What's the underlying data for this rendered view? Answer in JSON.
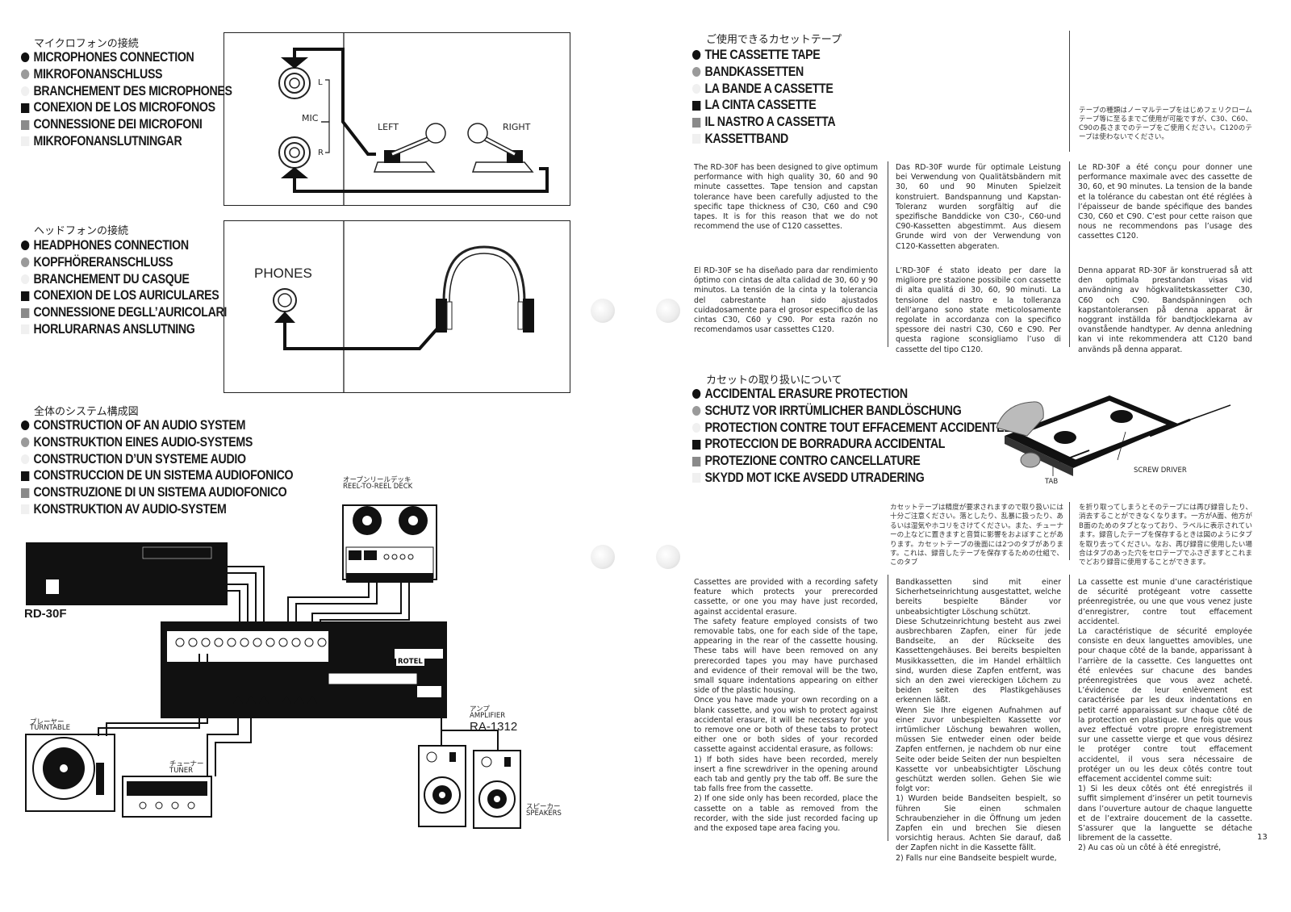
{
  "left": {
    "mic": {
      "jp": "マイクロフォンの接続",
      "headings": [
        {
          "text": "MICROPHONES CONNECTION",
          "bullet": "dot"
        },
        {
          "text": "MIKROFONANSCHLUSS",
          "bullet": "gray"
        },
        {
          "text": "BRANCHEMENT DES MICROPHONES",
          "bullet": "faint"
        },
        {
          "text": "CONEXION DE LOS MICROFONOS",
          "bullet": "sq"
        },
        {
          "text": "CONNESSIONE DEI MICROFONI",
          "bullet": "sqg"
        },
        {
          "text": "MIKROFONANSLUTNINGAR",
          "bullet": "sqf"
        }
      ],
      "labels": {
        "l": "L",
        "mic": "MIC",
        "r": "R",
        "left": "LEFT",
        "right": "RIGHT"
      }
    },
    "phones": {
      "jp": "ヘッドフォンの接続",
      "headings": [
        {
          "text": "HEADPHONES CONNECTION",
          "bullet": "dot"
        },
        {
          "text": "KOPFHÖRERANSCHLUSS",
          "bullet": "gray"
        },
        {
          "text": "BRANCHEMENT DU CASQUE",
          "bullet": "faint"
        },
        {
          "text": "CONEXION DE LOS AURICULARES",
          "bullet": "sq"
        },
        {
          "text": "CONNESSIONE DEGLL’AURICOLARI",
          "bullet": "sqg"
        },
        {
          "text": "HORLURARNAS ANSLUTNING",
          "bullet": "sqf"
        }
      ],
      "label": "PHONES"
    },
    "system": {
      "jp": "全体のシステム構成図",
      "headings": [
        {
          "text": "CONSTRUCTION OF AN AUDIO SYSTEM",
          "bullet": "dot"
        },
        {
          "text": "KONSTRUKTION EINES AUDIO-SYSTEMS",
          "bullet": "gray"
        },
        {
          "text": "CONSTRUCTION D’UN SYSTEME AUDIO",
          "bullet": "faint"
        },
        {
          "text": "CONSTRUCCION DE UN SISTEMA AUDIOFONICO",
          "bullet": "sq"
        },
        {
          "text": "CONSTRUZIONE DI UN SISTEMA AUDIOFONICO",
          "bullet": "sqg"
        },
        {
          "text": "KONSTRUKTION AV AUDIO-SYSTEM",
          "bullet": "sqf"
        }
      ],
      "labels": {
        "deck_jp": "オープンリールデッキ",
        "deck": "REEL-TO-REEL DECK",
        "model": "RD-30F",
        "turntable_jp": "プレーヤー",
        "turntable": "TURNTABLE",
        "amp_jp": "アンプ",
        "amp": "AMPLIFIER",
        "amp_model": "RA-1312",
        "tuner_jp": "チューナー",
        "tuner": "TUNER",
        "speakers_jp": "スピーカー",
        "speakers": "SPEAKERS",
        "brand": "ROTEL"
      }
    }
  },
  "right": {
    "tape": {
      "jp": "ご使用できるカセットテープ",
      "headings": [
        {
          "text": "THE CASSETTE TAPE",
          "bullet": "dot"
        },
        {
          "text": "BANDKASSETTEN",
          "bullet": "gray"
        },
        {
          "text": "LA BANDE A CASSETTE",
          "bullet": "faint"
        },
        {
          "text": "LA CINTA CASSETTE",
          "bullet": "sq"
        },
        {
          "text": "IL NASTRO A CASSETTA",
          "bullet": "sqg"
        },
        {
          "text": "KASSETTBAND",
          "bullet": "sqf"
        }
      ],
      "jp_note": "テープの種類はノーマルテープをはじめフェリクロームテープ等に至るまでご使用が可能ですが、C30、C60、C90の長さまでのテープをご使用ください。C120のテープは使わないでください。",
      "en": "The RD-30F has been designed to give optimum performance with high quality 30, 60 and 90 minute cassettes. Tape tension and capstan tolerance have been carefully adjusted to the specific tape thickness of C30, C60 and C90 tapes. It is for this reason that we do not recommend the use of C120 cassettes.",
      "de": "Das RD-30F wurde für optimale Leistung bei Verwendung von Qualitätsbändern mit 30, 60 und 90 Minuten Spielzeit konstruiert. Bandspannung und Kapstan-Toleranz wurden sorgfältig auf die spezifische Banddicke von C30-, C60-und C90-Kassetten abgestimmt. Aus diesem Grunde wird von der Verwendung von C120-Kassetten abgeraten.",
      "fr": "Le RD-30F a été conçu pour donner une performance maximale avec des cassette de 30, 60, et 90 minutes. La tension de la bande et la tolérance du cabestan ont été réglées à l’épaisseur de bande spécifique des bandes C30, C60 et C90. C’est pour cette raison que nous ne recommendons pas l’usage des cassettes C120.",
      "es": "El RD-30F se ha diseñado para dar rendimiento óptimo con cintas de alta calidad de 30, 60 y 90 minutos. La tensión de la cinta y la tolerancia del cabrestante han sido ajustados cuidadosamente para el grosor especifico de las cintas C30, C60 y C90. Por esta razón no recomendamos usar cassettes C120.",
      "it": "L’RD-30F é stato ideato per dare la migliore pre stazione possibile con cassette di alta qualitá di 30, 60, 90 minuti. La tensione del nastro e la tolleranza dell’argano sono state meticolosamente regolate in accordanza con la specifico spessore dei nastri C30, C60 e C90. Per questa ragione sconsigliamo l’uso di cassette del tipo C120.",
      "sv": "Denna apparat RD-30F är konstruerad så att den optimala prestandan visas vid användning av högkvalitetskassetter C30, C60 och C90. Bandspänningen och kapstantoleransen på denna apparat är noggrant inställda för bandtjocklekarna av ovanstående handtyper. Av denna anledning kan vi inte rekommendera att C120 band används på denna apparat."
    },
    "erasure": {
      "jp": "カセットの取り扱いについて",
      "headings": [
        {
          "text": "ACCIDENTAL ERASURE PROTECTION",
          "bullet": "dot"
        },
        {
          "text": "SCHUTZ VOR IRRTÜMLICHER BANDLÖSCHUNG",
          "bullet": "gray"
        },
        {
          "text": "PROTECTION CONTRE TOUT EFFACEMENT ACCIDENTEL",
          "bullet": "faint"
        },
        {
          "text": "PROTECCION DE BORRADURA ACCIDENTAL",
          "bullet": "sq"
        },
        {
          "text": "PROTEZIONE CONTRO CANCELLATURE",
          "bullet": "sqg"
        },
        {
          "text": "SKYDD MOT ICKE AVSEDD UTRADERING",
          "bullet": "sqf"
        }
      ],
      "tab_label": "TAB",
      "screwdriver_label": "SCREW DRIVER",
      "jp_left": "カセットテープは精度が要求されますので取り扱いには十分ご注意ください。落としたり、乱暴に扱ったり、あるいは湿気やホコリをさけてください。また、チューナーの上などに置きますと音質に影響をおよぼすことがあります。カセットテープの後面には2つのタブがあります。これは、録音したテープを保存するための仕組で、このタブ",
      "jp_right": "を折り取ってしまうとそのテープには再び録音したり、消去することができなくなります。一方がA面、他方がB面のためのタブとなっており、ラベルに表示されています。録音したテープを保存するときは図のようにタブを取り去ってください。なお、再び録音に使用したい場合はタブのあった穴をセロテープでふさぎますとこれまでどおり録音に使用することができます。",
      "en": "Cassettes are provided with a recording safety feature which protects your prerecorded cassette, or one you may have just recorded, against accidental erasure.\nThe safety feature employed consists of two removable tabs, one for each side of the tape, appearing in the rear of the cassette housing. These tabs will have been removed on any prerecorded tapes you may have purchased and evidence of their removal will be the two, small square indentations appearing on either side of the plastic housing.\nOnce you have made your own recording on a blank cassette, and you wish to protect against accidental erasure, it will be necessary for you to remove one or both of these tabs to protect either one or both sides of your recorded cassette against accidental erasure, as follows:\n1) If both sides have been recorded, merely insert a fine screwdriver in the opening around each tab and gently pry the tab off. Be sure the tab falls free from the cassette.\n2) If one side only has been recorded, place the cassette on a table as removed from the recorder, with the side just recorded facing up and the exposed tape area facing you.",
      "de": "Bandkassetten sind mit einer Sicherhetseinrichtung ausgestattet, welche bereits bespielte Bänder vor unbeabsichtigter Löschung schützt.\nDiese Schutzeinrichtung besteht aus zwei ausbrechbaren Zapfen, einer für jede Bandseite, an der Rückseite des Kassettengehäuses. Bei bereits bespielten Musikkassetten, die im Handel erhältlich sind, wurden diese Zapfen entfernt, was sich an den zwei viereckigen Löchern zu beiden seiten des Plastikgehäuses erkennen läßt.\nWenn Sie Ihre eigenen Aufnahmen auf einer zuvor unbespielten Kassette vor irrtümlicher Löschung bewahren wollen, müssen Sie entweder einen oder beide Zapfen entfernen, je nachdem ob nur eine Seite oder beide Seiten der nun bespielten Kassette vor unbeabsichtigter Löschung geschützt werden sollen. Gehen Sie wie folgt vor:\n1) Wurden beide Bandseiten bespielt, so führen Sie einen schmalen Schraubenzieher in die Öffnung um jeden Zapfen ein und brechen Sie diesen vorsichtig heraus. Achten Sie darauf, daß der Zapfen nicht in die Kassette fällt.\n2) Falls nur eine Bandseite bespielt wurde,",
      "fr": "La cassette est munie d’une caractéristique de sécurité protégeant votre cassette préenregistrée, ou une que vous venez juste d’enregistrer, contre tout effacement accidentel.\nLa caractéristique de sécurité employée consiste en deux languettes amovibles, une pour chaque côté de la bande, apparissant à l’arrière de la cassette. Ces languettes ont été enlevées sur chacune des bandes préenregistrées que vous avez acheté. L’évidence de leur enlèvement est caractérisée par les deux indentations en petit carré apparaissant sur chaque côté de la protection en plastique. Une fois que vous avez effectué votre propre enregistrement sur une cassette vierge et que vous désirez le protéger contre tout effacement accidentel, il vous sera nécessaire de protéger un ou les deux côtés contre tout effacement accidentel comme suit:\n1) Si les deux côtés ont été enregistrés il suffit simplement d’insérer un petit tournevis dans l’ouverture autour de chaque languette et de l’extraire doucement de la cassette. S’assurer que la languette se détache librement de la cassette.\n2) Au cas où un côté à été enregistré,",
      "page": "13"
    }
  }
}
